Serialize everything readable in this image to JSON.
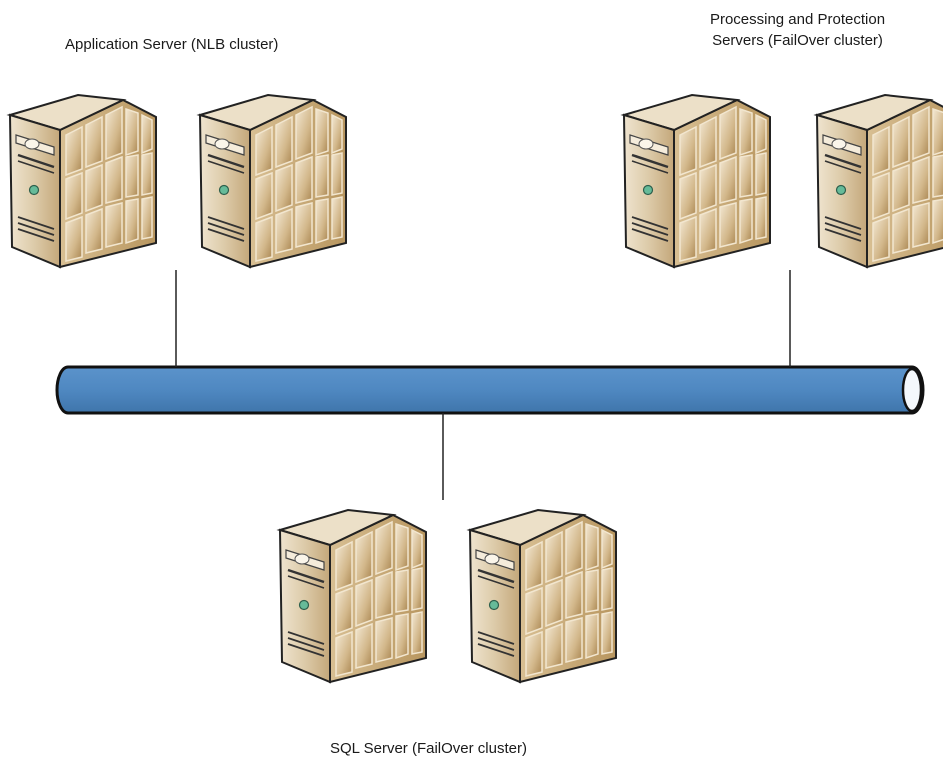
{
  "groups": {
    "app": {
      "label": "Application Server (NLB cluster)"
    },
    "processing": {
      "label_line1": "Processing and Protection",
      "label_line2": "Servers (FailOver cluster)"
    },
    "sql": {
      "label": "SQL Server (FailOver cluster)"
    }
  },
  "colors": {
    "bus_fill": "#4f88c1",
    "bus_stroke": "#111111",
    "server_front": "#dcc9a8",
    "server_side": "#c8ab7c",
    "server_top": "#ebdcc2",
    "server_outline": "#222222",
    "led": "#66bb99"
  }
}
